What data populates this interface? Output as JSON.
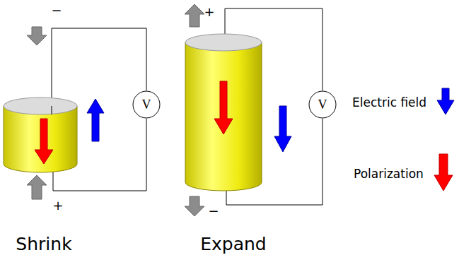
{
  "diagram": {
    "nodes": [
      {
        "text": [
          "V"
        ]
      },
      {
        "text": [
          "V"
        ]
      }
    ],
    "labels": [
      "−",
      "+",
      "Shrink",
      "+",
      "−",
      "Expand"
    ],
    "legend": [
      {
        "text": "Electric field"
      },
      {
        "text": "Polarization"
      }
    ]
  }
}
